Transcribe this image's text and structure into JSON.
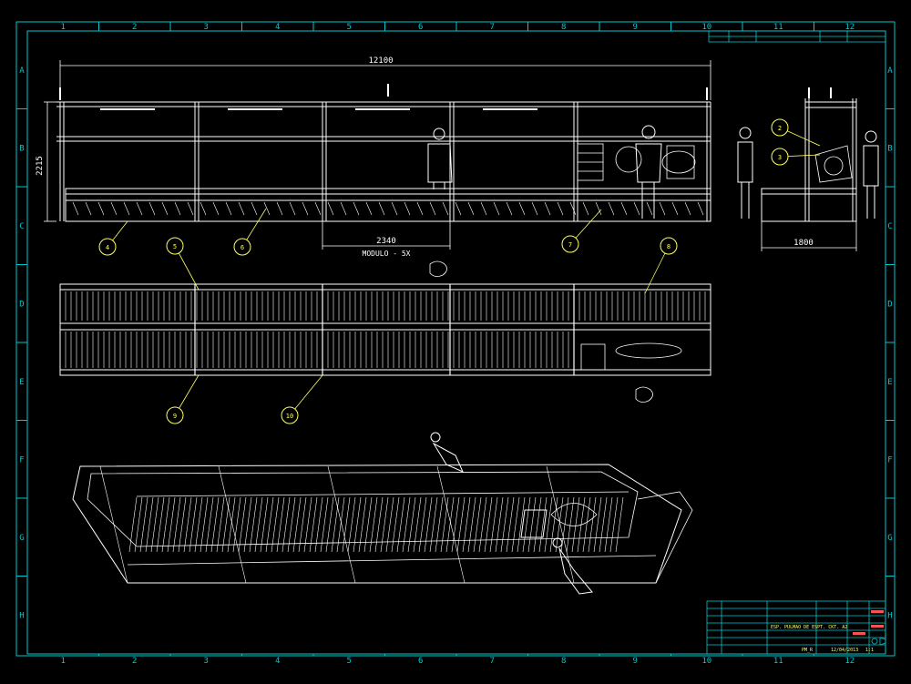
{
  "sheet": {
    "columns": [
      "1",
      "2",
      "3",
      "4",
      "5",
      "6",
      "7",
      "8",
      "9",
      "10",
      "11",
      "12"
    ],
    "rows": [
      "A",
      "B",
      "C",
      "D",
      "E",
      "F",
      "G",
      "H"
    ]
  },
  "dimensions": {
    "overall_length": "12100",
    "height": "2215",
    "module_length": "2340",
    "module_note": "MODULO - 5X",
    "width": "1800"
  },
  "balloons": [
    "4",
    "5",
    "6",
    "7",
    "8",
    "2",
    "3",
    "9",
    "10"
  ],
  "colors": {
    "border": "#00c8d0",
    "drawing": "#ffffff",
    "balloon": "#ffff66",
    "dimension": "#ffffff",
    "title_text": "#ffff66",
    "title_accent": "#ff5050"
  },
  "title_block": {
    "title_line": "ESP. PULMAO DE ESPT. CKT. A2",
    "sheet_id": "PM_R",
    "date": "12/04/2013",
    "scale": "1:1"
  }
}
